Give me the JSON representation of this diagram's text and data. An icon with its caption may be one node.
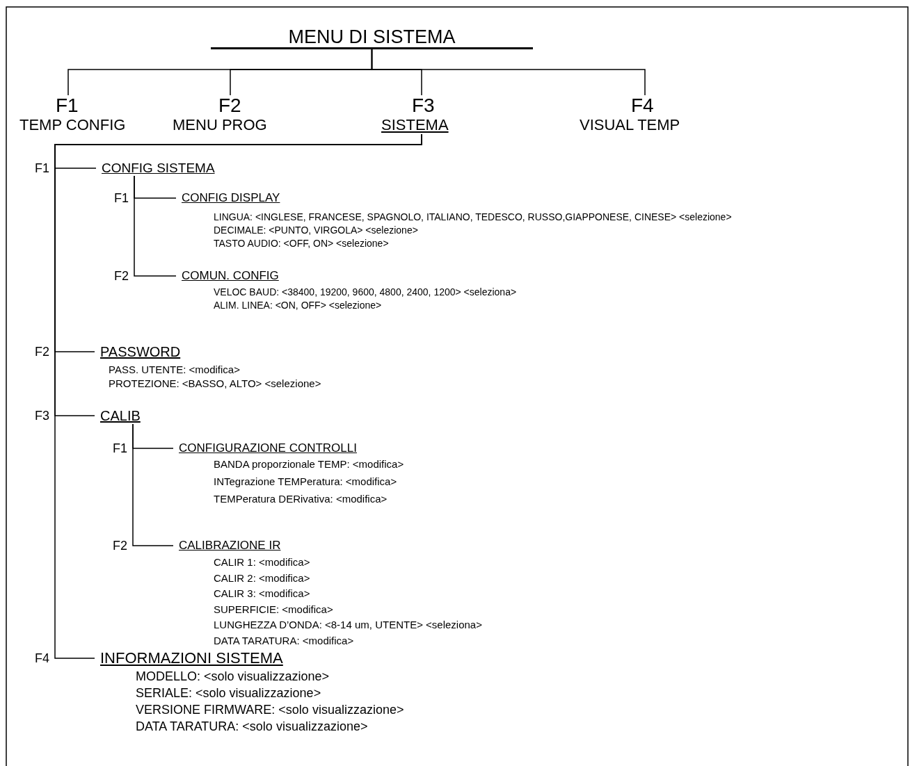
{
  "diagram": {
    "nodes": [
      {
        "text": [
          "MENU DI SISTEMA"
        ]
      },
      {
        "text": [
          "F1",
          "TEMP CONFIG"
        ]
      },
      {
        "text": [
          "F2",
          "MENU PROG"
        ]
      },
      {
        "text": [
          "F3",
          "SISTEMA"
        ]
      },
      {
        "text": [
          "F4",
          "VISUAL TEMP"
        ]
      },
      {
        "text": [
          "CONFIG SISTEMA"
        ]
      },
      {
        "text": [
          "CONFIG DISPLAY",
          "LINGUA: <INGLESE, FRANCESE, SPAGNOLO, ITALIANO, TEDESCO, RUSSO,GIAPPONESE, CINESE> <selezione>",
          "DECIMALE: <PUNTO, VIRGOLA> <selezione>",
          "TASTO AUDIO: <OFF, ON> <selezione>"
        ]
      },
      {
        "text": [
          "COMUN. CONFIG",
          "VELOC BAUD: <38400, 19200, 9600, 4800, 2400, 1200> <seleziona>",
          "ALIM. LINEA: <ON, OFF> <selezione>"
        ]
      },
      {
        "text": [
          "PASSWORD",
          "PASS. UTENTE: <modifica>",
          "PROTEZIONE: <BASSO, ALTO> <selezione>"
        ]
      },
      {
        "text": [
          "CALIB"
        ]
      },
      {
        "text": [
          "CONFIGURAZIONE CONTROLLI",
          "BANDA proporzionale TEMP: <modifica>",
          "INTegrazione TEMPeratura: <modifica>",
          "TEMPeratura DERivativa: <modifica>"
        ]
      },
      {
        "text": [
          "CALIBRAZIONE IR",
          "CALIR 1: <modifica>",
          "CALIR 2: <modifica>",
          "CALIR 3: <modifica>",
          "SUPERFICIE: <modifica>",
          "LUNGHEZZA D’ONDA: <8-14 um, UTENTE> <seleziona>",
          "DATA TARATURA: <modifica>"
        ]
      },
      {
        "text": [
          "INFORMAZIONI SISTEMA",
          "MODELLO: <solo visualizzazione>",
          "SERIALE: <solo visualizzazione>",
          "VERSIONE FIRMWARE: <solo visualizzazione>",
          "DATA TARATURA: <solo visualizzazione>"
        ]
      }
    ],
    "edges": [
      {
        "from": 0,
        "to": 1,
        "arrow": "none"
      },
      {
        "from": 0,
        "to": 2,
        "arrow": "none"
      },
      {
        "from": 0,
        "to": 3,
        "arrow": "none"
      },
      {
        "from": 0,
        "to": 4,
        "arrow": "none"
      },
      {
        "from": 3,
        "to": 5,
        "arrow": "none",
        "label": "F1"
      },
      {
        "from": 5,
        "to": 6,
        "arrow": "none",
        "label": "F1"
      },
      {
        "from": 5,
        "to": 7,
        "arrow": "none",
        "label": "F2"
      },
      {
        "from": 3,
        "to": 8,
        "arrow": "none",
        "label": "F2"
      },
      {
        "from": 3,
        "to": 9,
        "arrow": "none",
        "label": "F3"
      },
      {
        "from": 9,
        "to": 10,
        "arrow": "none",
        "label": "F1"
      },
      {
        "from": 9,
        "to": 11,
        "arrow": "none",
        "label": "F2"
      },
      {
        "from": 3,
        "to": 12,
        "arrow": "none",
        "label": "F4"
      }
    ]
  }
}
